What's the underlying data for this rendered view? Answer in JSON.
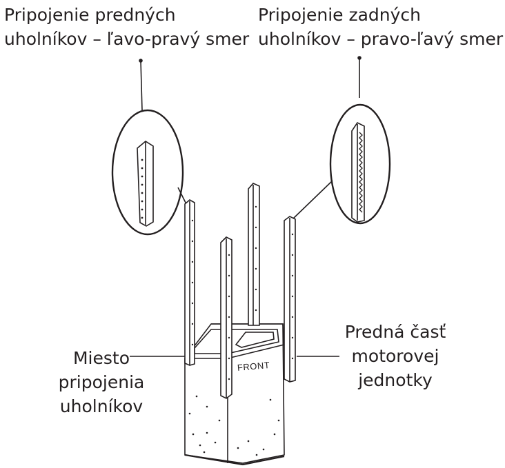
{
  "labels": {
    "front_brackets": {
      "line1": "Pripojenie predných",
      "line2": "uholníkov – ľavo-pravý smer"
    },
    "rear_brackets": {
      "line1": "Pripojenie zadných",
      "line2": "uholníkov – pravo-ľavý smer"
    },
    "attach_point": {
      "line1": "Miesto",
      "line2": "pripojenia",
      "line3": "uholníkov"
    },
    "motor_front": {
      "line1": "Predná časť",
      "line2": "motorovej",
      "line3": "jednotky"
    },
    "front_marking": "FRONT"
  },
  "colors": {
    "ink": "#231f20",
    "background": "#ffffff"
  }
}
